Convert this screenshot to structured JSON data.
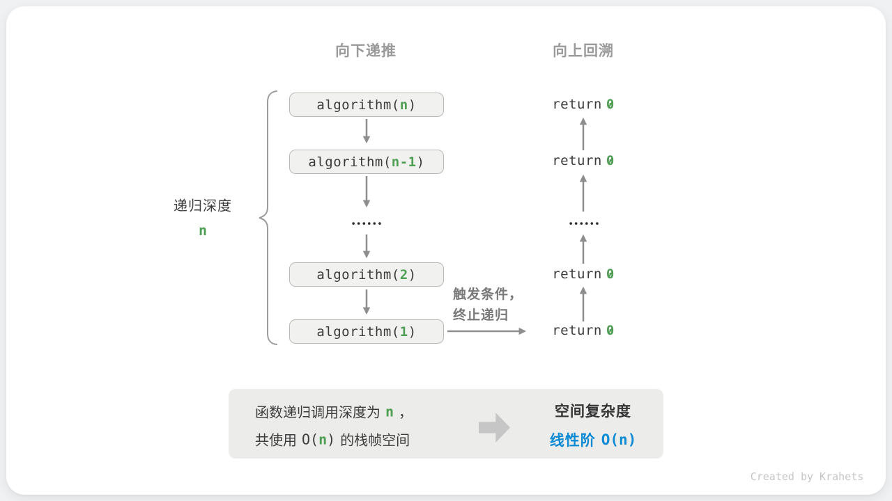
{
  "headers": {
    "recurse_down": "向下递推",
    "backtrack_up": "向上回溯"
  },
  "depth": {
    "label": "递归深度",
    "value": "n"
  },
  "stack": [
    {
      "prefix": "algorithm(",
      "arg": "n",
      "suffix": ")"
    },
    {
      "prefix": "algorithm(",
      "arg": "n-1",
      "suffix": ")"
    },
    {
      "prefix": "algorithm(",
      "arg": "2",
      "suffix": ")"
    },
    {
      "prefix": "algorithm(",
      "arg": "1",
      "suffix": ")"
    }
  ],
  "ellipsis": "••••••",
  "returns": [
    {
      "keyword": "return",
      "value": "0"
    },
    {
      "keyword": "return",
      "value": "0"
    },
    {
      "keyword": "return",
      "value": "0"
    },
    {
      "keyword": "return",
      "value": "0"
    }
  ],
  "base_case_note": {
    "line1": "触发条件，",
    "line2": "终止递归"
  },
  "summary": {
    "line1": {
      "text": "函数递归调用深度为",
      "var": "n",
      "comma": "，"
    },
    "line2": {
      "lead": "共使用",
      "code_open": "O(",
      "var": "n",
      "code_close": ")",
      "tail": "的栈帧空间"
    },
    "result": {
      "title": "空间复杂度",
      "label": "线性阶",
      "code": "O(n)"
    }
  },
  "credit": "Created by Krahets",
  "colors": {
    "green": "#4e9e53",
    "blue": "#0d8ad4",
    "arrow_gray": "#8e8e8e",
    "header_gray": "#9a9a9a",
    "box_bg": "#f1f1ef",
    "panel_bg": "#ececeb"
  }
}
